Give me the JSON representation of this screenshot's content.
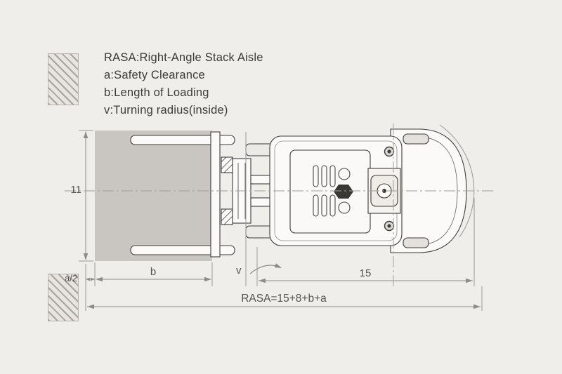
{
  "colors": {
    "background": "#f0eeeb",
    "outline": "#3e3c39",
    "dimension_lines": "#8f8b86",
    "load_fill": "#c9c5c0"
  },
  "legend": {
    "title": "RASA:Right-Angle Stack Aisle",
    "a": "a:Safety Clearance",
    "b": "b:Length of Loading",
    "v": "v:Turning radius(inside)"
  },
  "dims": {
    "width": "11",
    "load_length": "b",
    "half_clearance": "a/2",
    "inner_radius": "v",
    "front_span": "15",
    "formula": "RASA=15+8+b+a"
  }
}
